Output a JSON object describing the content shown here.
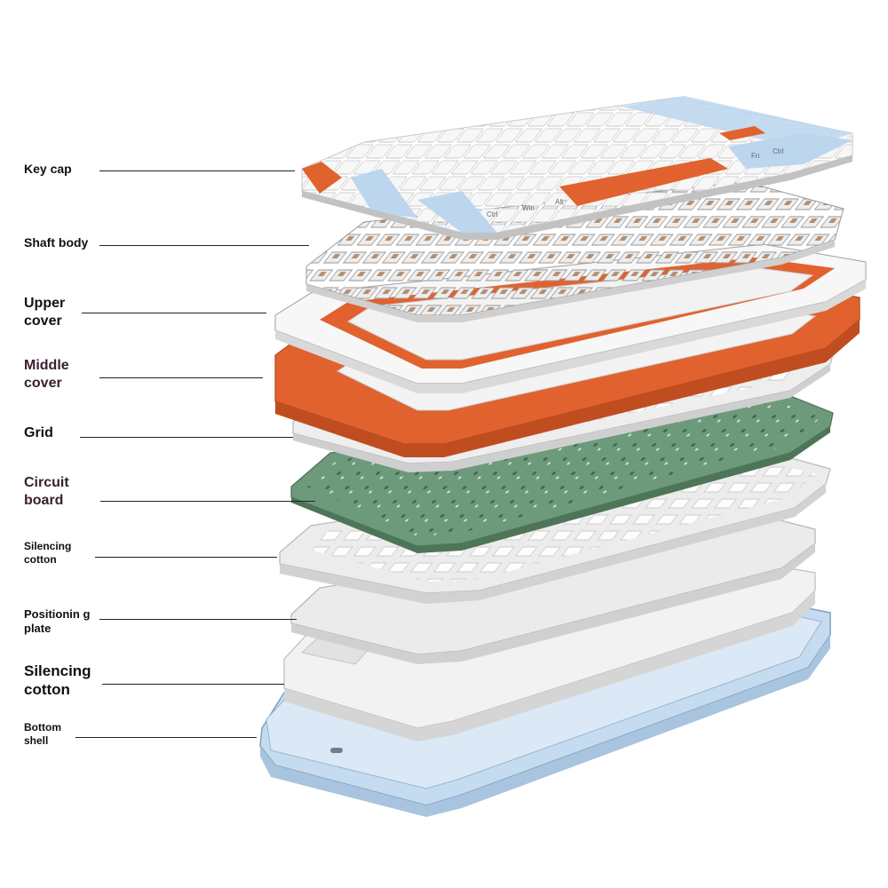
{
  "labels": {
    "key_cap": "Key cap",
    "shaft_body": "Shaft body",
    "upper_cover": "Upper cover",
    "middle_cover": "Middle cover",
    "grid": "Grid",
    "circuit_board": "Circuit board",
    "silencing_cotton_1": "Silencing cotton",
    "positioning_plate": "Positionin g plate",
    "silencing_cotton_2": "Silencing cotton",
    "bottom_shell": "Bottom shell"
  },
  "keycap_legends": {
    "ctrl": "Ctrl",
    "win": "Win",
    "alt": "Alt",
    "fn": "Fn",
    "ctrl_right": "Ctrl"
  },
  "colors": {
    "orange": "#e0602f",
    "white": "#f4f4f4",
    "blue": "#bcd6ee",
    "green_pcb": "#5f8e70",
    "gray_plate": "#e9e9ea"
  }
}
